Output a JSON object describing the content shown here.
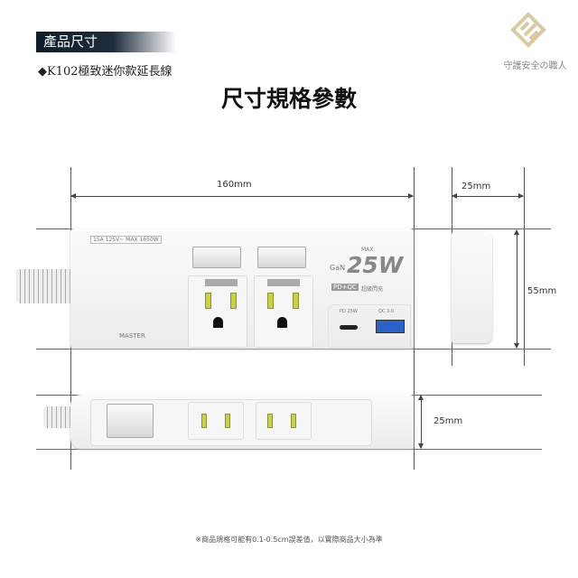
{
  "header": {
    "section_label": "產品尺寸",
    "product_name": "◆K102極致迷你款延長線",
    "title": "尺寸規格參數"
  },
  "brand": {
    "slogan": "守護安全の職人",
    "logo_color": "#d9c9a0"
  },
  "dimensions": {
    "length": "160mm",
    "depth": "25mm",
    "height": "55mm",
    "thickness": "25mm"
  },
  "product": {
    "rating": "15A 125V~  MAX 1650W",
    "master": "MASTER",
    "max": "MAX",
    "gan": "GaN",
    "watt": "25W",
    "pd_qc": "PD+QC",
    "fast_charge": "超級閃充",
    "typec_label": "PD 25W",
    "usb_label": "QC 3.0"
  },
  "footnote": "※商品規格可能有0.1-0.5cm誤差值，以實際商品大小為準"
}
